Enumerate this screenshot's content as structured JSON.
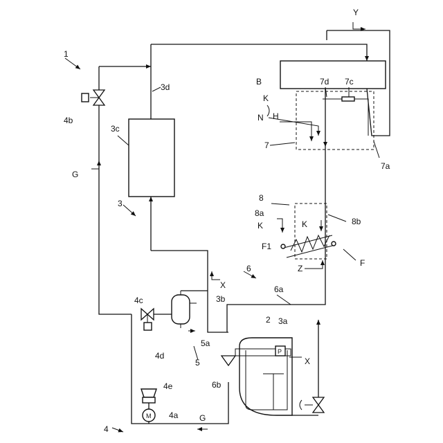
{
  "labels": {
    "system": "1",
    "tank": "2",
    "pump_p": "P",
    "ref_3": "3",
    "ref_3a": "3a",
    "ref_3b": "3b",
    "ref_3c": "3c",
    "ref_3d": "3d",
    "ref_4": "4",
    "ref_4a": "4a",
    "ref_4b": "4b",
    "ref_4c": "4c",
    "ref_4d": "4d",
    "ref_4e": "4e",
    "ref_5": "5",
    "ref_5a": "5a",
    "ref_6": "6",
    "ref_6a": "6a",
    "ref_6b": "6b",
    "ref_7": "7",
    "ref_7a": "7a",
    "ref_7c": "7c",
    "ref_7d": "7d",
    "ref_8": "8",
    "ref_8a": "8a",
    "ref_8b": "8b",
    "B": "B",
    "K1": "K",
    "K2": "K",
    "K3": "K",
    "N": "N",
    "H": "H",
    "F": "F",
    "F1": "F1",
    "G1": "G",
    "G2": "G",
    "X1": "X",
    "X2": "X",
    "Y": "Y",
    "Z": "Z",
    "motor_m": "M"
  }
}
